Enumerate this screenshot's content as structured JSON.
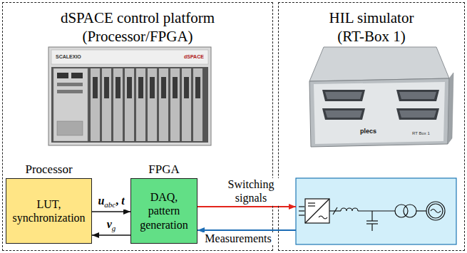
{
  "diagram": {
    "nodes": [
      {
        "text": [
          "dSPACE control platform (Processor/FPGA)"
        ]
      },
      {
        "text": [
          "Processor",
          "LUT, synchronization"
        ],
        "in": 0
      },
      {
        "text": [
          "FPGA",
          "DAQ, pattern generation"
        ],
        "in": 0
      },
      {
        "text": [
          "HIL simulator (RT-Box 1)"
        ]
      }
    ],
    "edges": [
      {
        "from": 1,
        "to": 2,
        "label": "uabc, t",
        "arrow": "to"
      },
      {
        "from": 2,
        "to": 1,
        "label": "vg",
        "arrow": "to"
      },
      {
        "from": 2,
        "to": 3,
        "label": "Switching signals",
        "arrow": "to"
      },
      {
        "from": 3,
        "to": 2,
        "label": "Measurements",
        "arrow": "to"
      }
    ],
    "labels": [
      "SCALEXIO",
      "dSPACE",
      "plecs",
      "RT Box 1"
    ]
  }
}
